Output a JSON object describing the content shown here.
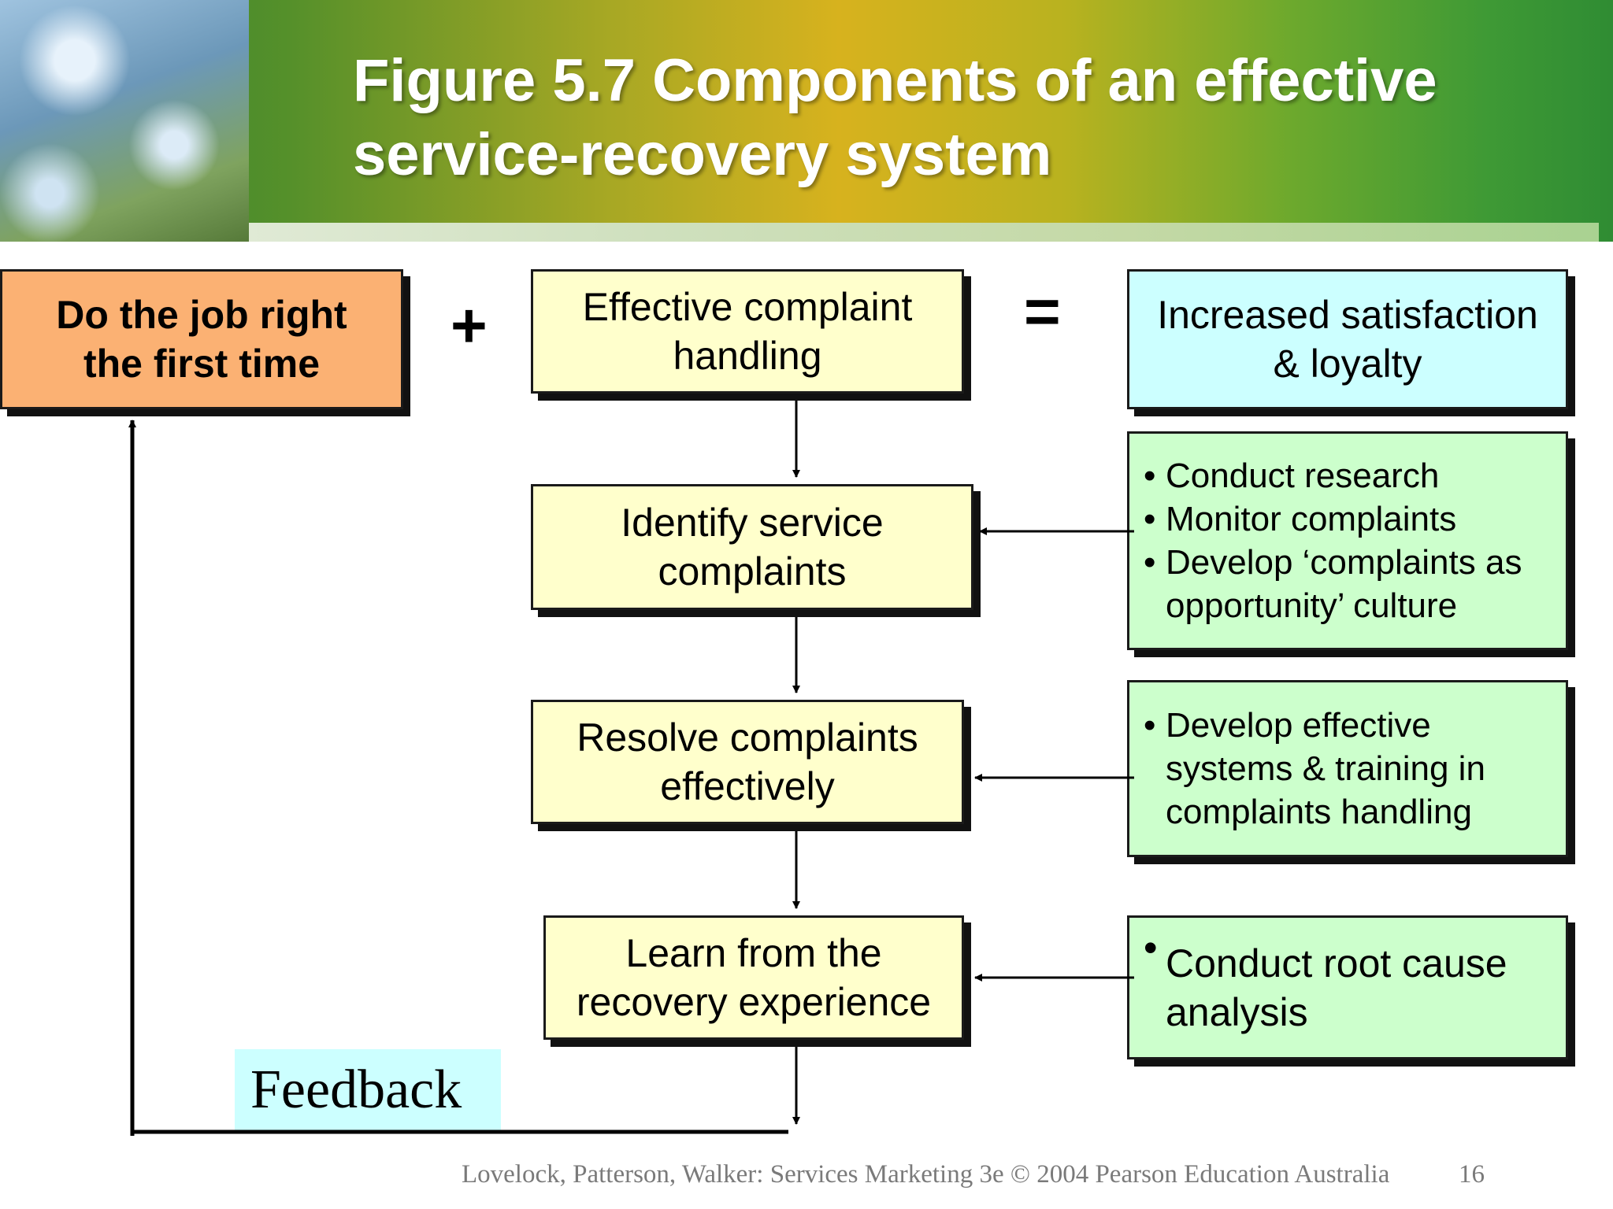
{
  "title": "Figure 5.7 Components of an effective service-recovery system",
  "operators": {
    "plus": "+",
    "equals": "="
  },
  "boxes": {
    "do_job_right": "Do the job right the first time",
    "effective_complaint_handling": "Effective complaint handling",
    "increased_satisfaction": "Increased satisfaction & loyalty",
    "identify_complaints": "Identify service complaints",
    "resolve_complaints": "Resolve complaints effectively",
    "learn_from_recovery": "Learn from the recovery experience"
  },
  "supports": {
    "identify": [
      "Conduct research",
      "Monitor complaints",
      "Develop ‘complaints as opportunity’ culture"
    ],
    "resolve": [
      "Develop effective systems & training in complaints handling"
    ],
    "learn": [
      "Conduct root cause analysis"
    ]
  },
  "feedback_label": "Feedback",
  "footer": {
    "citation": "Lovelock, Patterson, Walker: Services Marketing 3e © 2004 Pearson Education Australia",
    "page": "16"
  },
  "colors": {
    "orange_box": "#fbb173",
    "yellow_box": "#ffffcc",
    "cyan_box": "#ccffff",
    "green_box": "#ccffcc"
  }
}
